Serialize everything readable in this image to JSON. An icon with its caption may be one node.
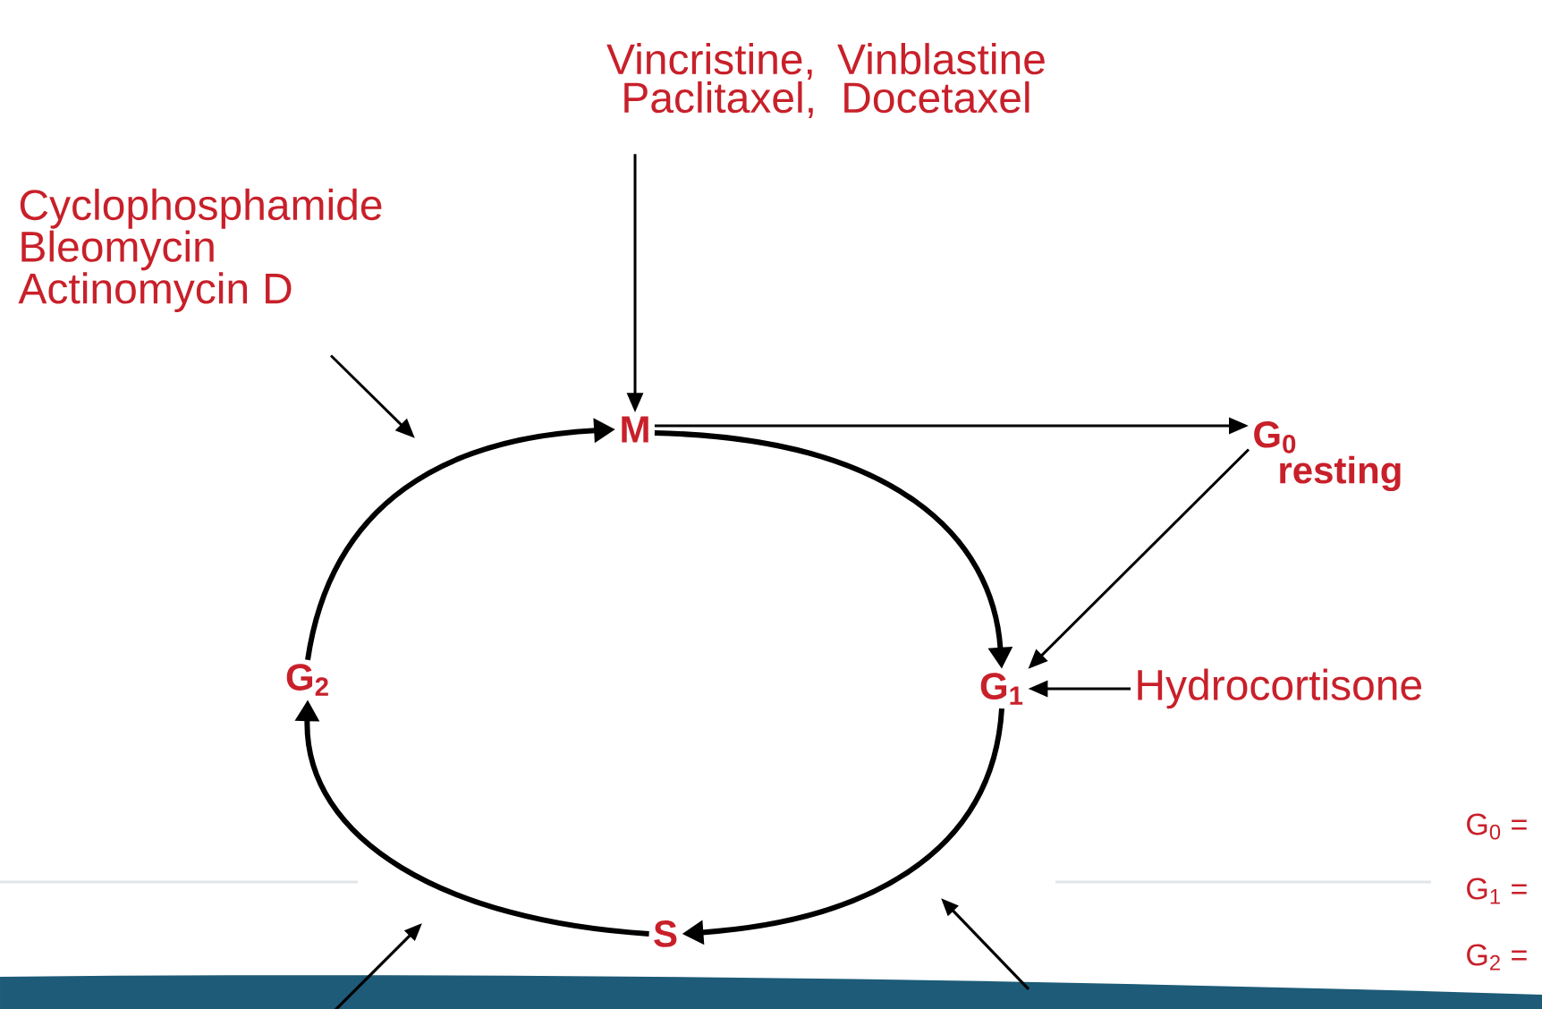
{
  "diagram": {
    "nodes": [
      {
        "text": [
          "M"
        ]
      },
      {
        "text": [
          "G$_{1}$"
        ]
      },
      {
        "text": [
          "S"
        ]
      },
      {
        "text": [
          "G$_{2}$"
        ]
      },
      {
        "text": [
          "G$_{0}$",
          "resting"
        ]
      },
      {
        "text": [
          "Vincristine, Vinblastine Paclitaxel, Docetaxel"
        ]
      },
      {
        "text": [
          "Cyclophosphamide Bleomycin Actinomycin D"
        ]
      },
      {
        "text": [
          "Hydrocortisone"
        ]
      }
    ],
    "edges": [
      {
        "from": 5,
        "to": 0,
        "arrow": "to"
      },
      {
        "from": 6,
        "to": null,
        "arrow": "to"
      },
      {
        "from": 0,
        "to": 4,
        "arrow": "to"
      },
      {
        "from": 0,
        "to": 1,
        "arrow": "to",
        "style": "thick"
      },
      {
        "from": 4,
        "to": 1,
        "arrow": "to"
      },
      {
        "from": 7,
        "to": 1,
        "arrow": "to"
      },
      {
        "from": 1,
        "to": 2,
        "arrow": "to",
        "style": "thick"
      },
      {
        "from": 2,
        "to": 3,
        "arrow": "to",
        "style": "thick"
      },
      {
        "from": 3,
        "to": 0,
        "arrow": "to",
        "style": "thick"
      }
    ],
    "labels": [
      "G$_{0}$ =",
      "G$_{1}$ =",
      "G$_{2}$ ="
    ]
  }
}
